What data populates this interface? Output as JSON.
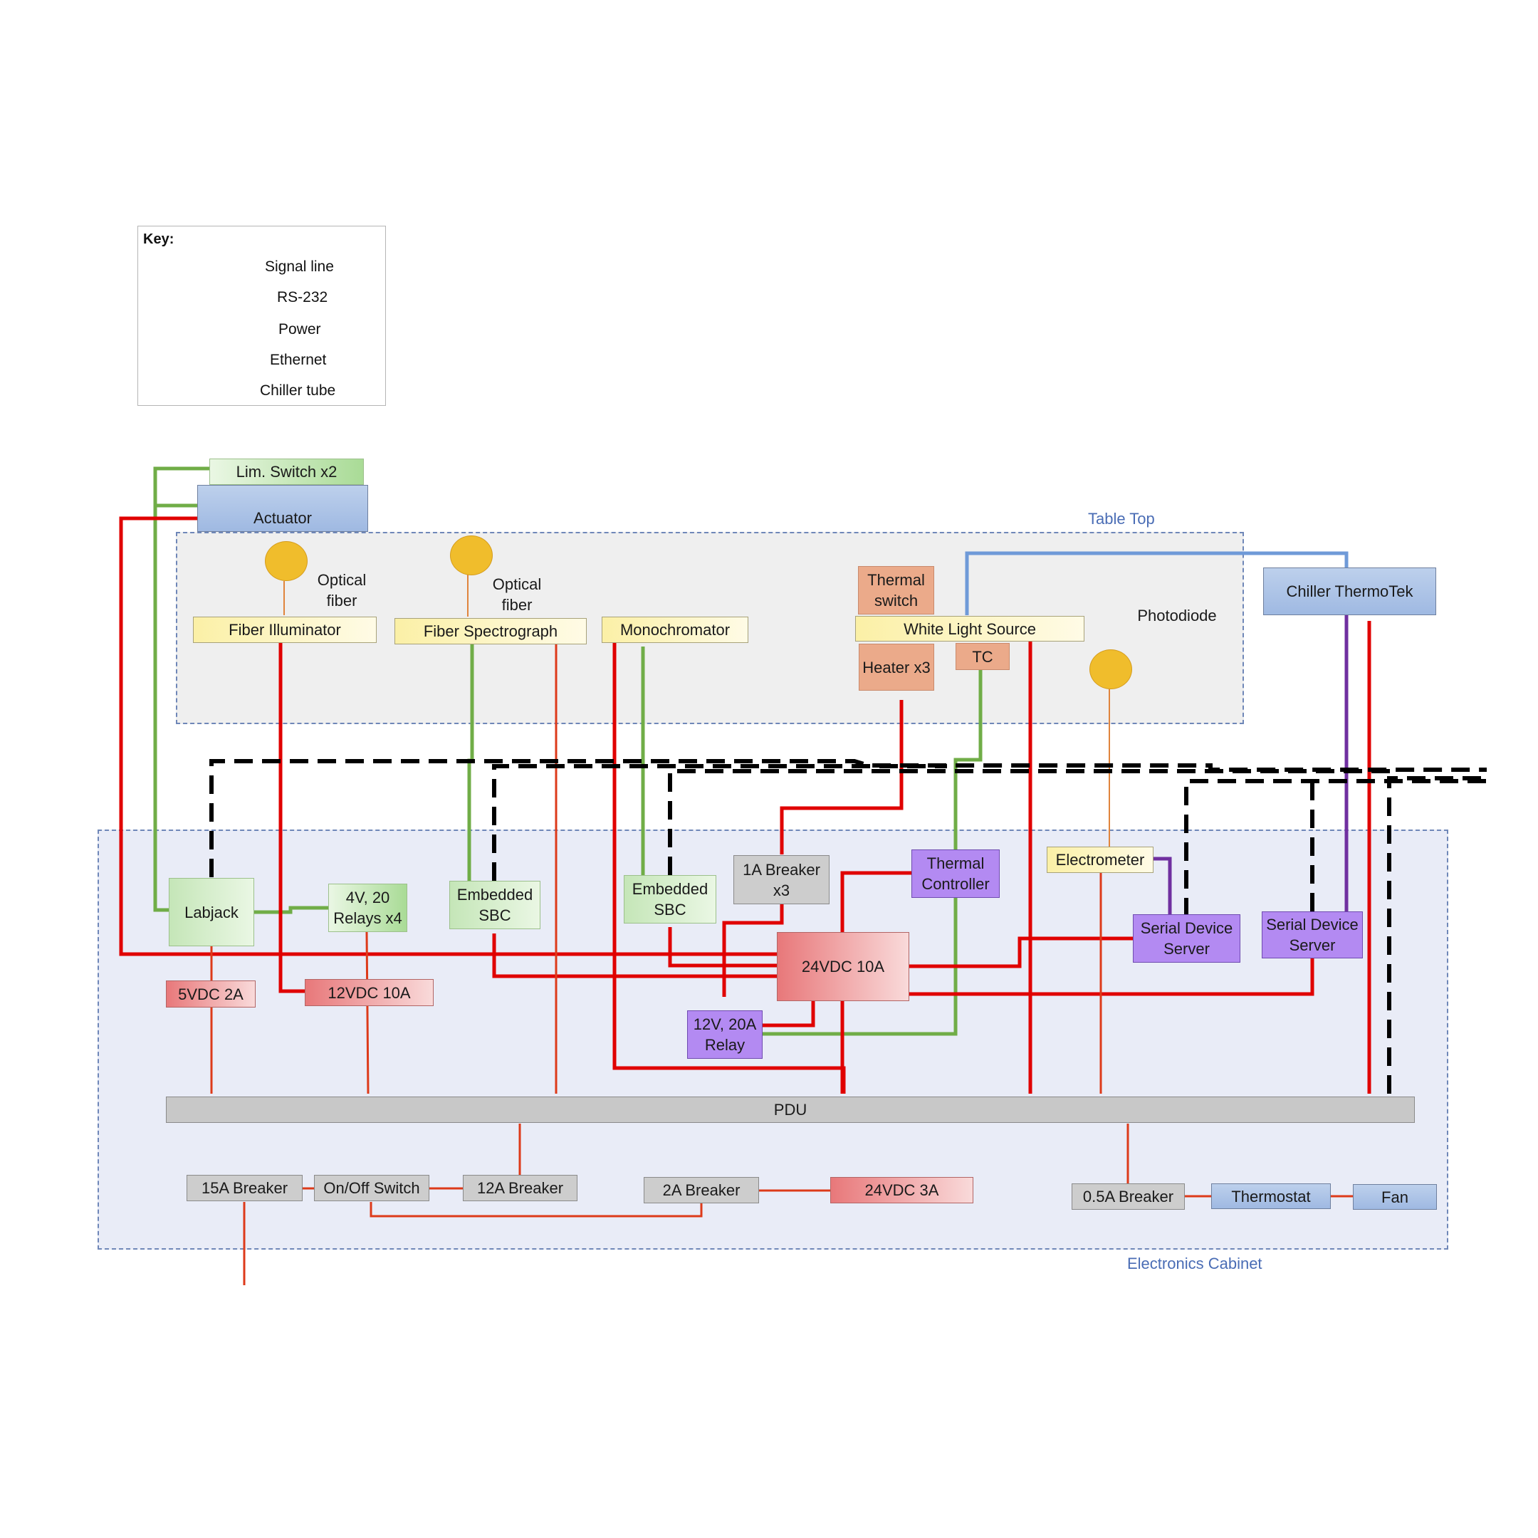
{
  "key": {
    "title": "Key:",
    "entries": [
      {
        "label": "Signal line",
        "color": "#70ad47",
        "style": "solid"
      },
      {
        "label": "RS-232",
        "color": "#7030a0",
        "style": "solid"
      },
      {
        "label": "Power",
        "color": "#e00000",
        "style": "solid"
      },
      {
        "label": "Ethernet",
        "color": "#000000",
        "style": "dashed"
      },
      {
        "label": "Chiller tube",
        "color": "#4472c4",
        "style": "solid"
      }
    ]
  },
  "regions": {
    "table_top": "Table Top",
    "electronics_cabinet": "Electronics Cabinet"
  },
  "components": {
    "lim_switch": "Lim. Switch x2",
    "actuator": "Actuator",
    "optical_fiber_1": "Optical fiber",
    "optical_fiber_2": "Optical fiber",
    "fiber_illuminator": "Fiber Illuminator",
    "fiber_spectrograph": "Fiber Spectrograph",
    "monochromator": "Monochromator",
    "thermal_switch": "Thermal switch",
    "white_light_source": "White Light Source",
    "heater": "Heater x3",
    "tc": "TC",
    "photodiode": "Photodiode",
    "chiller": "Chiller ThermoTek",
    "labjack": "Labjack",
    "relays_4v": "4V, 20 Relays x4",
    "embedded_sbc_1": "Embedded SBC",
    "embedded_sbc_2": "Embedded SBC",
    "breaker_1a": "1A Breaker x3",
    "thermal_controller": "Thermal Controller",
    "electrometer": "Electrometer",
    "serial_device_server_1": "Serial Device Server",
    "serial_device_server_2": "Serial Device Server",
    "supply_24vdc_10a": "24VDC 10A",
    "supply_5vdc_2a": "5VDC 2A",
    "supply_12vdc_10a": "12VDC 10A",
    "relay_12v_20a": "12V, 20A Relay",
    "pdu": "PDU",
    "breaker_15a": "15A Breaker",
    "on_off_switch": "On/Off Switch",
    "breaker_12a": "12A Breaker",
    "breaker_2a": "2A Breaker",
    "supply_24vdc_3a": "24VDC 3A",
    "breaker_05a": "0.5A Breaker",
    "thermostat": "Thermostat",
    "fan": "Fan"
  }
}
